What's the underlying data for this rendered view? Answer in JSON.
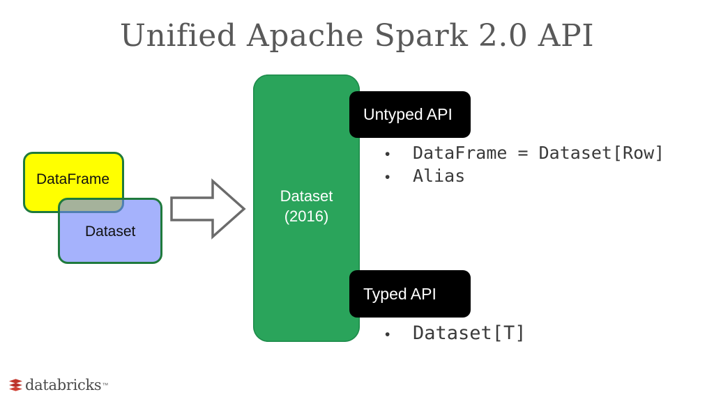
{
  "slide": {
    "title": "Unified Apache Spark 2.0 API",
    "background_color": "#ffffff"
  },
  "venn": {
    "dataframe": {
      "label": "DataFrame",
      "fill_color": "#ffff00",
      "border_color": "#1f7a3d"
    },
    "dataset": {
      "label": "Dataset",
      "fill_color": "#6e82fa",
      "border_color": "#1f7a3d"
    },
    "overlap_color": "#8aa096"
  },
  "arrow": {
    "name": "right-arrow",
    "stroke_color": "#6b6b6b",
    "fill_color": "#ffffff"
  },
  "dataset_block": {
    "title": "Dataset",
    "year": "(2016)",
    "fill_color": "#2aa45b",
    "text_color": "#ffffff"
  },
  "api_sections": [
    {
      "pill_label": "Untyped API",
      "pill_color": "#000000",
      "pill_text_color": "#ffffff",
      "bullets": [
        {
          "marker": "•",
          "text": "DataFrame = Dataset[Row]"
        },
        {
          "marker": "•",
          "text": "Alias"
        }
      ]
    },
    {
      "pill_label": "Typed API",
      "pill_color": "#000000",
      "pill_text_color": "#ffffff",
      "bullets": [
        {
          "marker": "•",
          "text": "Dataset[T]"
        }
      ]
    }
  ],
  "footer": {
    "brand": "databricks",
    "trademark": "™",
    "mark_color": "#c1352b",
    "text_color": "#4a4a4a"
  }
}
